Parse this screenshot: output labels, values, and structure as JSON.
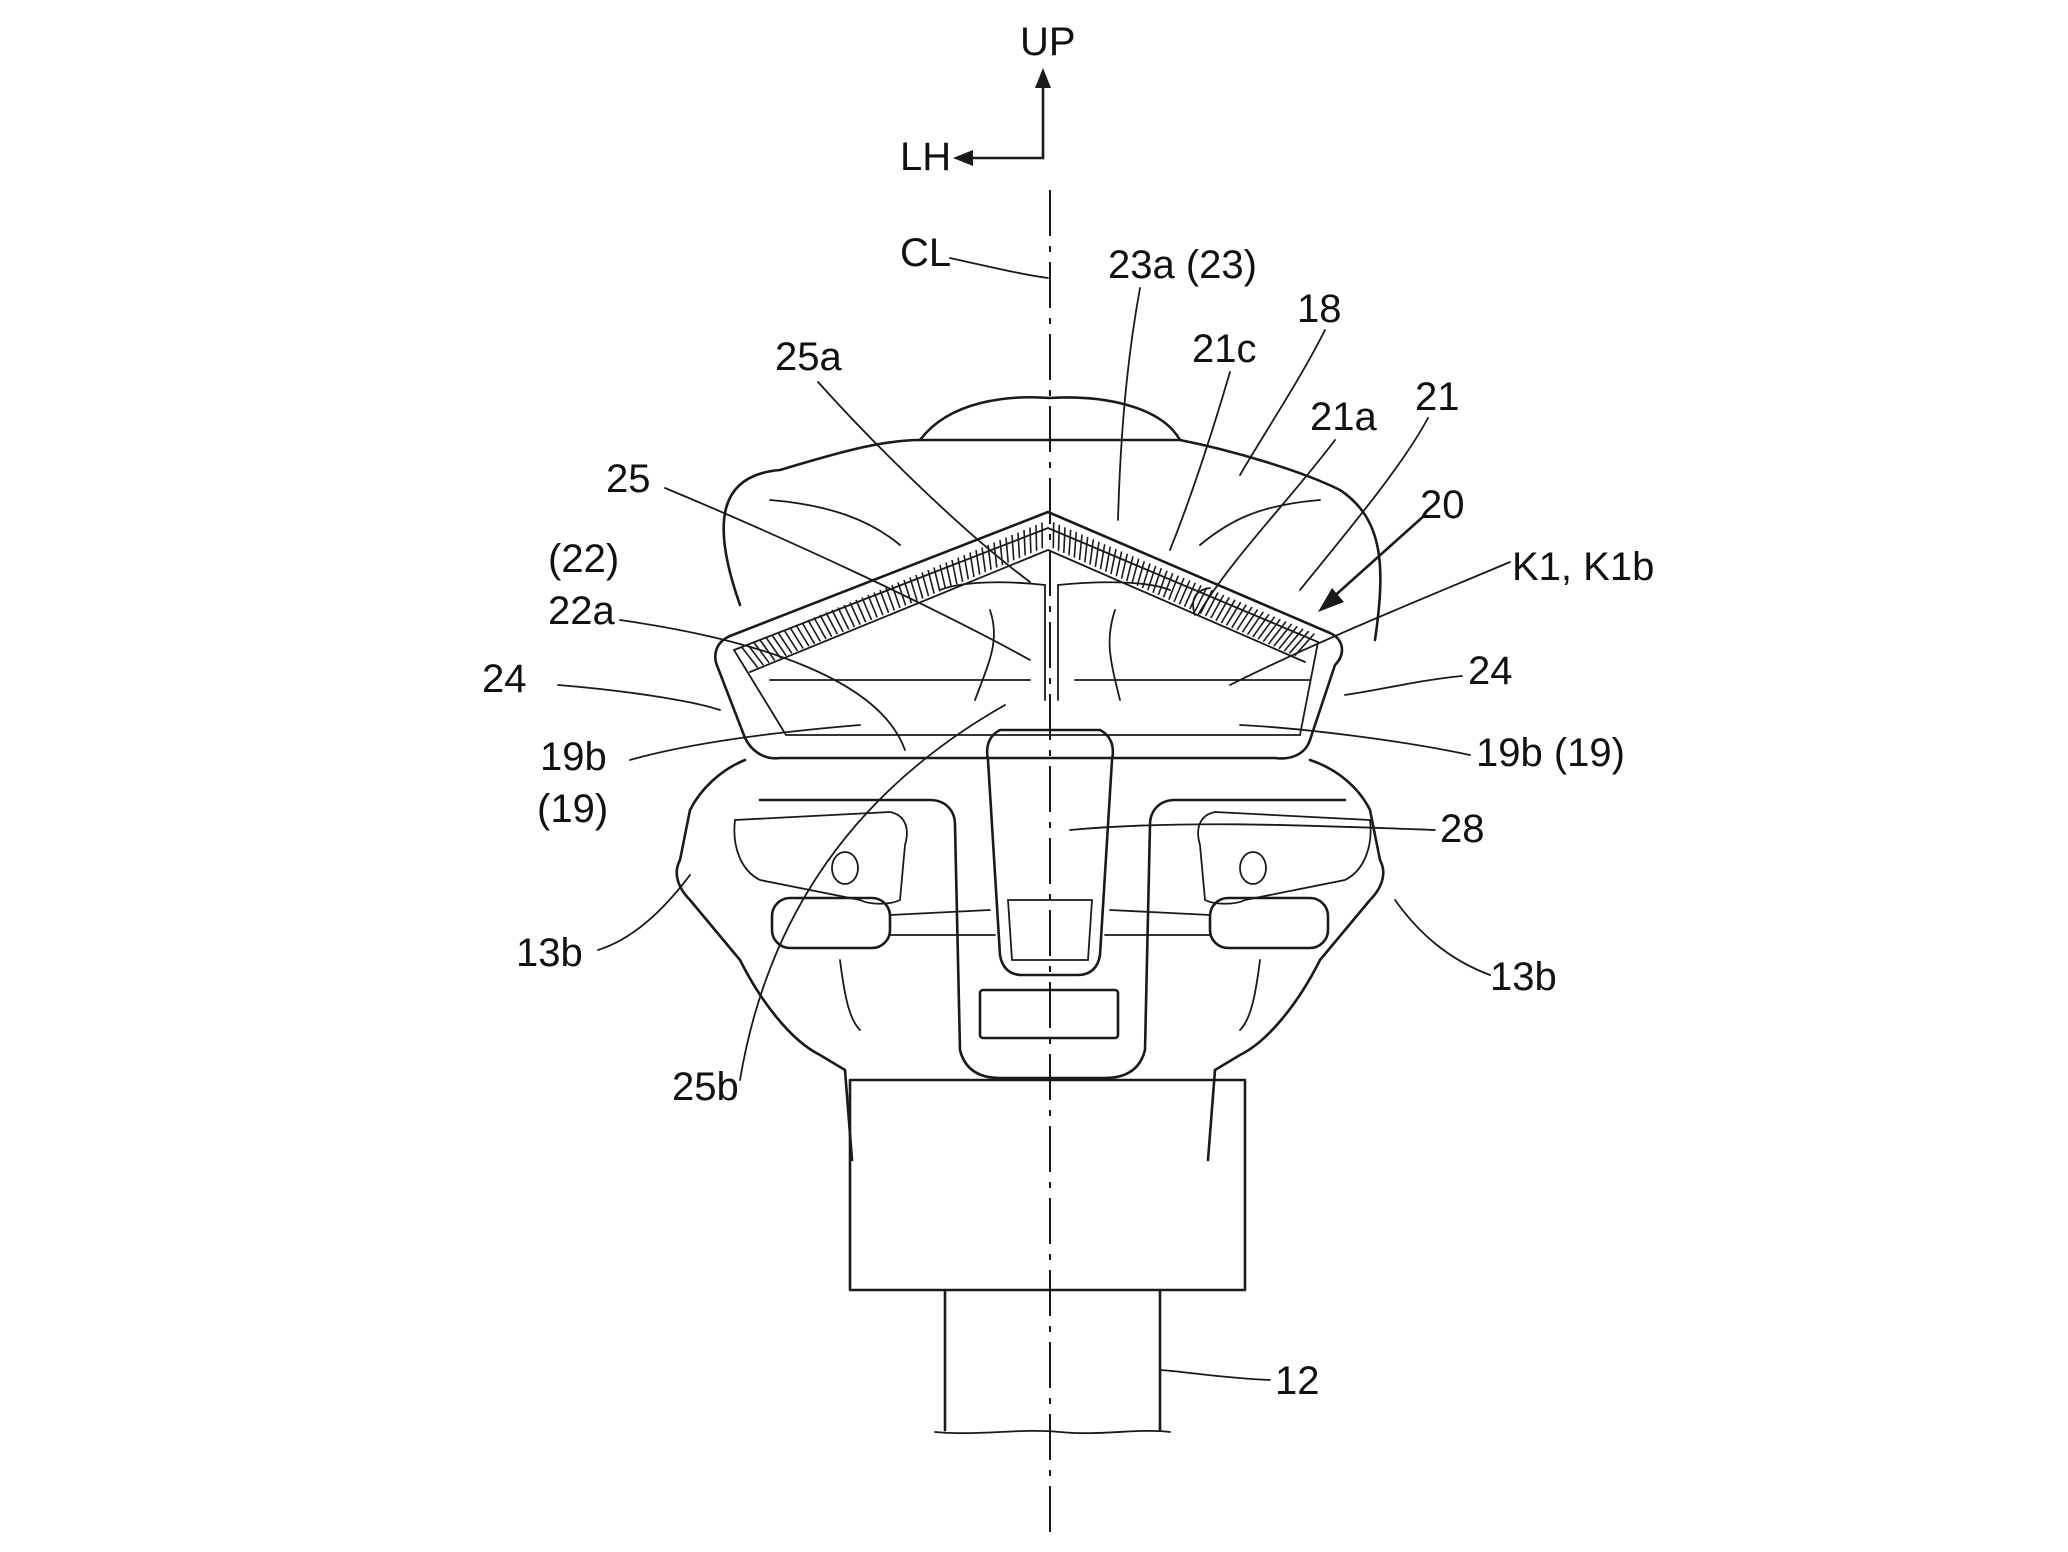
{
  "orientation": {
    "up_label": "UP",
    "left_label": "LH"
  },
  "labels": {
    "cl": "CL",
    "l_23a": "23a (23)",
    "l_18": "18",
    "l_21c": "21c",
    "l_21a": "21a",
    "l_21": "21",
    "l_25a": "25a",
    "l_25": "25",
    "l_20": "20",
    "l_k1": "K1, K1b",
    "l_22": "(22)",
    "l_22a": "22a",
    "l_24_left": "24",
    "l_24_right": "24",
    "l_19b_left": "19b",
    "l_19_left": "(19)",
    "l_19b_right": "19b (19)",
    "l_28": "28",
    "l_13b_left": "13b",
    "l_13b_right": "13b",
    "l_25b": "25b",
    "l_12": "12"
  }
}
